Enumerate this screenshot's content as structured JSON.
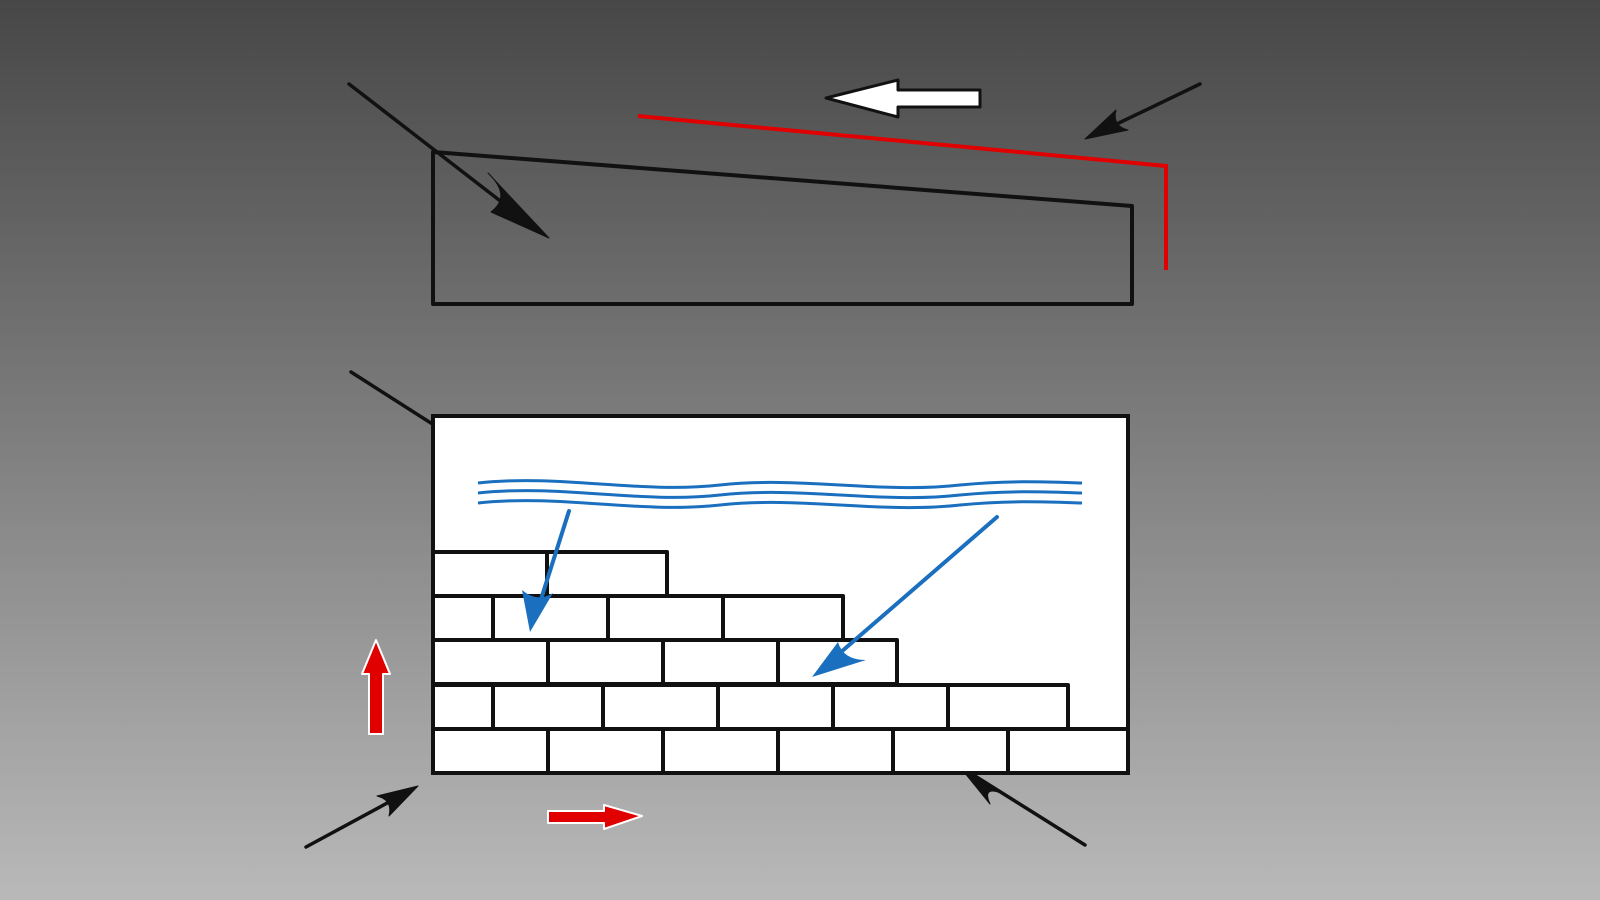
{
  "diagram": {
    "colors": {
      "outline": "#111111",
      "roof_line": "#e00000",
      "panel_fill": "#ffffff",
      "water": "#1a6fbf",
      "direction_arrow": "#e00000",
      "direction_arrow_outline": "#ffffff",
      "slide_arrow": "#ffffff"
    },
    "brick_wall": {
      "courses_from_top": [
        {
          "course": 1,
          "bricks": 2
        },
        {
          "course": 2,
          "bricks": 4,
          "half_brick_at_start": true
        },
        {
          "course": 3,
          "bricks": 4
        },
        {
          "course": 4,
          "bricks": 6,
          "half_brick_at_start": true
        },
        {
          "course": 5,
          "bricks": 6
        }
      ]
    },
    "water_lines": 3,
    "arrows": [
      {
        "name": "slide-arrow",
        "direction": "left",
        "fill": "white"
      },
      {
        "name": "up-arrow",
        "direction": "up",
        "fill": "red"
      },
      {
        "name": "right-arrow",
        "direction": "right",
        "fill": "red"
      }
    ]
  }
}
